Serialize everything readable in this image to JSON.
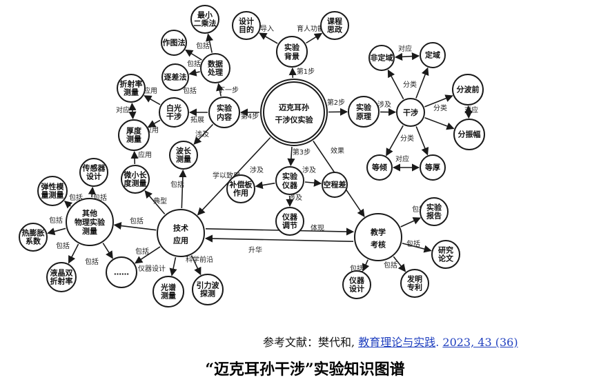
{
  "reference": {
    "prefix": "参考文献：樊代和,",
    "journal": "教育理论与实践",
    "sep": ".",
    "issue": "2023, 43 (36)"
  },
  "caption": "“迈克耳孙干涉”实验知识图谱",
  "nodes": {
    "center": [
      "迈克耳孙",
      "干涉仪实验"
    ],
    "background": [
      "实验",
      "背景"
    ],
    "purpose": [
      "设计",
      "目的"
    ],
    "ideology": [
      "课程",
      "思政"
    ],
    "principle": [
      "实验",
      "原理"
    ],
    "interference": [
      "干涉"
    ],
    "nonlocal": [
      "非定域"
    ],
    "localized": [
      "定域"
    ],
    "amplitude_div": [
      "分波前"
    ],
    "amplitude_split": [
      "分振幅"
    ],
    "equal_inclination": [
      "等倾"
    ],
    "equal_thickness": [
      "等厚"
    ],
    "instrument": [
      "实验",
      "仪器"
    ],
    "compensator": [
      "补偿板",
      "作用"
    ],
    "air_wedge": [
      "空程差"
    ],
    "adjust": [
      "仪器",
      "调节"
    ],
    "content": [
      "实验",
      "内容"
    ],
    "data_proc": [
      "数据",
      "处理"
    ],
    "least_sq": [
      "最小",
      "二乘法"
    ],
    "plot": [
      "作图法"
    ],
    "successive": [
      "逐差法"
    ],
    "white": [
      "白光",
      "干涉"
    ],
    "refractive": [
      "折射率",
      "测量"
    ],
    "thickness": [
      "厚度",
      "测量"
    ],
    "small_length": [
      "微小长",
      "度测量"
    ],
    "wavelength": [
      "波长",
      "测量"
    ],
    "application": [
      "技术",
      "应用"
    ],
    "sensor": [
      "传感器",
      "设计"
    ],
    "other": [
      "其他",
      "物理实验",
      "测量"
    ],
    "elastic": [
      "弹性模",
      "量测量"
    ],
    "expansion": [
      "热膨胀",
      "系数"
    ],
    "lcd": [
      "液晶双",
      "折射率"
    ],
    "etc": [
      "……"
    ],
    "spectrum": [
      "光谱",
      "测量"
    ],
    "gravity": [
      "引力波",
      "探测"
    ],
    "teaching": [
      "教学",
      "考核"
    ],
    "report": [
      "实验",
      "报告"
    ],
    "thesis": [
      "研究",
      "论文"
    ],
    "patent": [
      "发明",
      "专利"
    ],
    "instr_design": [
      "仪器",
      "设计"
    ]
  },
  "edge_labels": {
    "step1": "第1步",
    "step2": "第2步",
    "step3": "第3步",
    "step4": "第4步",
    "course_intro": "课程导入",
    "educate": "育人功能",
    "involves": "涉及",
    "classify": "分类",
    "corresponds": "对应",
    "apply": "应用",
    "include": "包括",
    "next_step": "下一步",
    "extend": "拓展",
    "learn_apply": "学以致用",
    "typical": "典型",
    "effect": "效果",
    "embody": "体现",
    "sublimate": "升华",
    "frontier": "科学前沿",
    "instr_design_lbl": "仪器设计"
  }
}
